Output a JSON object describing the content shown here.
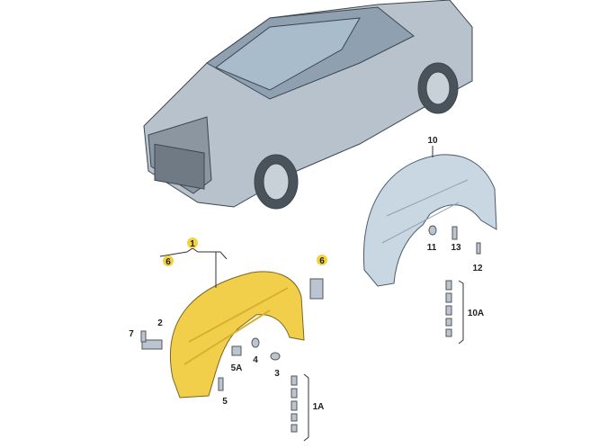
{
  "diagram": {
    "colors": {
      "front_liner": "#f2cf4a",
      "rear_liner": "#c9d7e3",
      "car_body": "#b8c2cc",
      "callout": "#f4d23c"
    },
    "labels": {
      "p1": "1",
      "p1a": "1A",
      "p2": "2",
      "p3": "3",
      "p4": "4",
      "p5": "5",
      "p5a": "5A",
      "p6_left": "6",
      "p6_right": "6",
      "p7": "7",
      "p10": "10",
      "p10a": "10A",
      "p11": "11",
      "p12": "12",
      "p13": "13"
    }
  }
}
